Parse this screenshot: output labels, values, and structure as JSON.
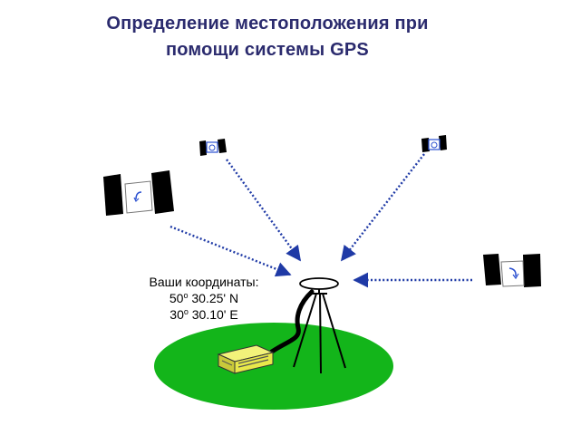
{
  "title": {
    "line1": "Определение местоположения при",
    "line2": "помощи системы GPS"
  },
  "coordinates": {
    "label": "Ваши координаты:",
    "lat_deg": "50",
    "lat_rest": " 30.25' N",
    "lon_deg": "30",
    "lon_rest": " 30.10' E",
    "degree_mark": "o"
  },
  "colors": {
    "title": "#2b2b6e",
    "ground": "#13b51a",
    "signal_line": "#1f3aa6",
    "receiver": "#e8e84a",
    "solar_panel": "#000000"
  },
  "icons": {
    "satellites": [
      "satellite-icon",
      "satellite-icon",
      "satellite-icon",
      "satellite-icon"
    ],
    "receiver": "gps-receiver-icon",
    "antenna": "antenna-tripod-icon"
  }
}
